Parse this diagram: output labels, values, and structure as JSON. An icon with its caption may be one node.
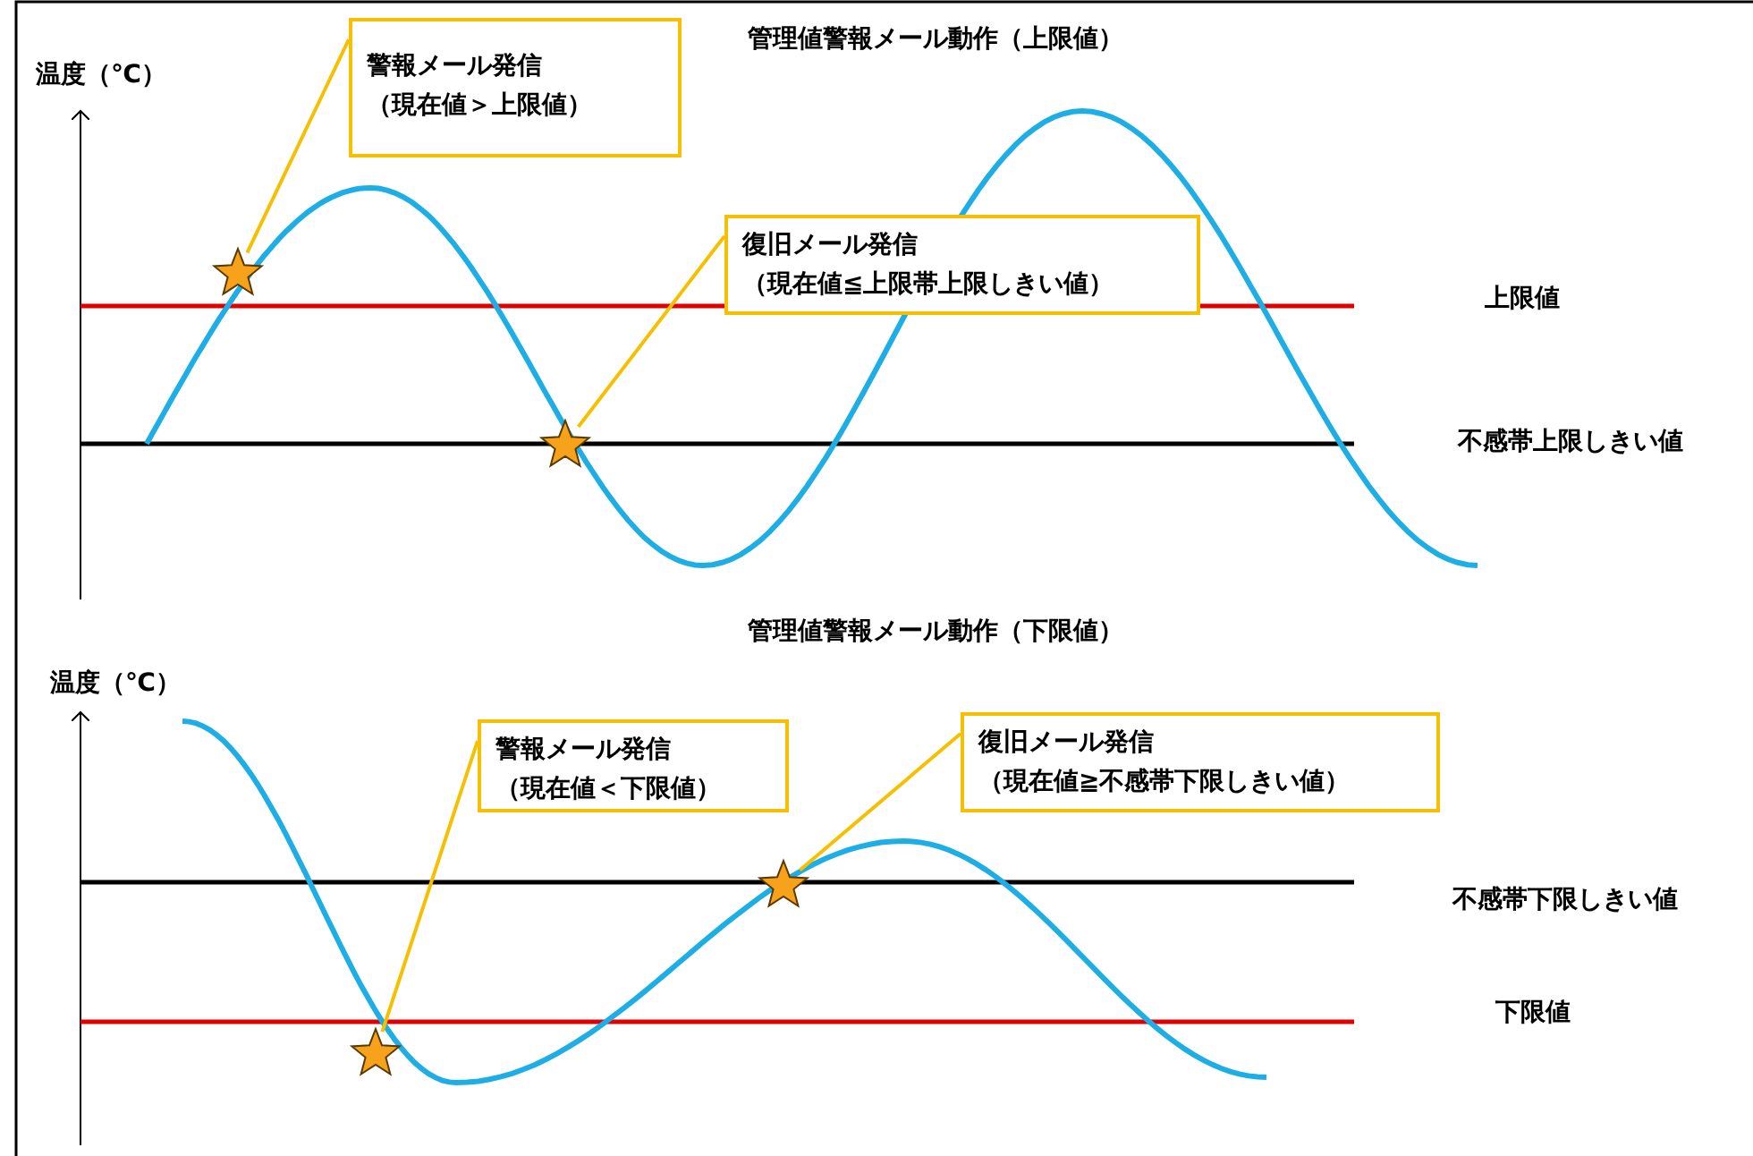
{
  "diagram": {
    "nodes": [
      {
        "text": [
          "警報メール発信",
          "（現在値＞上限値）"
        ]
      },
      {
        "text": [],
        "shape": "star"
      },
      {
        "text": [
          "復旧メール発信",
          "（現在値≦上限帯上限しきい値）"
        ]
      },
      {
        "text": [],
        "shape": "star"
      },
      {
        "text": [
          "警報メール発信",
          "（現在値＜下限値）"
        ]
      },
      {
        "text": [],
        "shape": "star"
      },
      {
        "text": [
          "復旧メール発信",
          "（現在値≧不感帯下限しきい値）"
        ]
      },
      {
        "text": [],
        "shape": "star"
      }
    ],
    "edges": [
      {
        "from": 0,
        "to": 1,
        "arrow": "none"
      },
      {
        "from": 2,
        "to": 3,
        "arrow": "none"
      },
      {
        "from": 4,
        "to": 5,
        "arrow": "none"
      },
      {
        "from": 6,
        "to": 7,
        "arrow": "none"
      }
    ],
    "labels": [
      "管理値警報メール動作（上限値）",
      "温度（℃）",
      "上限値",
      "不感帯上限しきい値",
      "管理値警報メール動作（下限値）",
      "温度（℃）",
      "不感帯下限しきい値",
      "下限値"
    ]
  }
}
